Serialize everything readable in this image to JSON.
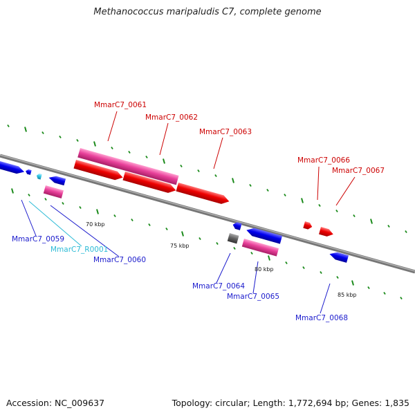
{
  "title": "Methanococcus maripaludis C7, complete genome",
  "accession": "Accession: NC_009637",
  "summary": "Topology: circular; Length: 1,772,694 bp; Genes: 1,835",
  "scale_labels": [
    "70 kbp",
    "75 kbp",
    "80 kbp",
    "85 kbp"
  ],
  "colors": {
    "reverse_cds": "#0000ff",
    "forward_cds": "#ff0000",
    "gene_forward": "#e8409a",
    "rna": "#33c8e8",
    "other": "#666666",
    "backbone": "#808080",
    "grid": "#1a8a1a",
    "label_red": "#cc0000",
    "label_blue": "#1a1acc",
    "label_cyan": "#2cbbd6"
  },
  "genes": [
    {
      "id": "MmarC7_0059",
      "label": "MmarC7_0059",
      "color_key": "label_blue"
    },
    {
      "id": "MmarC7_R0001",
      "label": "MmarC7_R0001",
      "color_key": "label_cyan"
    },
    {
      "id": "MmarC7_0060",
      "label": "MmarC7_0060",
      "color_key": "label_blue"
    },
    {
      "id": "MmarC7_0061",
      "label": "MmarC7_0061",
      "color_key": "label_red"
    },
    {
      "id": "MmarC7_0062",
      "label": "MmarC7_0062",
      "color_key": "label_red"
    },
    {
      "id": "MmarC7_0063",
      "label": "MmarC7_0063",
      "color_key": "label_red"
    },
    {
      "id": "MmarC7_0064",
      "label": "MmarC7_0064",
      "color_key": "label_blue"
    },
    {
      "id": "MmarC7_0065",
      "label": "MmarC7_0065",
      "color_key": "label_blue"
    },
    {
      "id": "MmarC7_0066",
      "label": "MmarC7_0066",
      "color_key": "label_red"
    },
    {
      "id": "MmarC7_0067",
      "label": "MmarC7_0067",
      "color_key": "label_red"
    },
    {
      "id": "MmarC7_0068",
      "label": "MmarC7_0068",
      "color_key": "label_blue"
    }
  ]
}
